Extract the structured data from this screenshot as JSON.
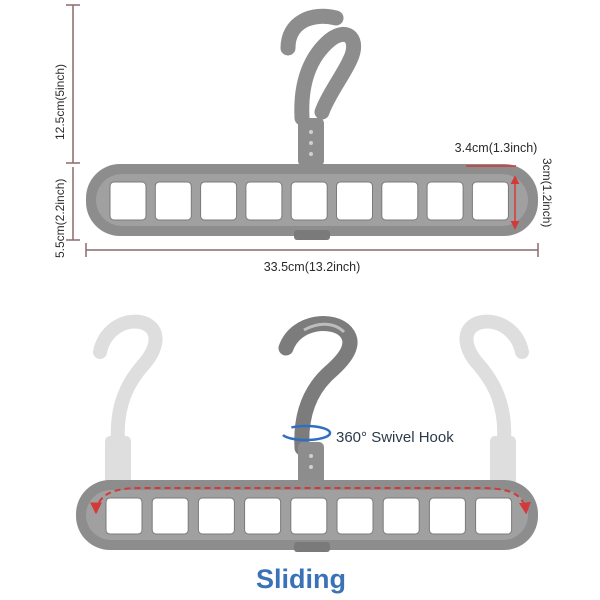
{
  "dimensions": {
    "hook_height": "12.5cm(5inch)",
    "body_height": "5.5cm(2.2inch)",
    "total_length": "33.5cm(13.2inch)",
    "hole_width": "3.4cm(1.3inch)",
    "hole_height": "3cm(1.2inch)"
  },
  "features": {
    "swivel_label": "360° Swivel Hook",
    "sliding_label": "Sliding"
  },
  "colors": {
    "hanger": "#8d8d8d",
    "hanger_dark": "#6f6f6f",
    "hanger_light": "#dedede",
    "measure_line": "#8a6a6a",
    "measure_red": "#d23a3a",
    "swivel_icon": "#2f6fbf",
    "sliding_text": "#3a72b8"
  },
  "icons": {
    "swivel": "rotate-arrows-icon",
    "sliding": "bidirectional-arrow-icon"
  }
}
